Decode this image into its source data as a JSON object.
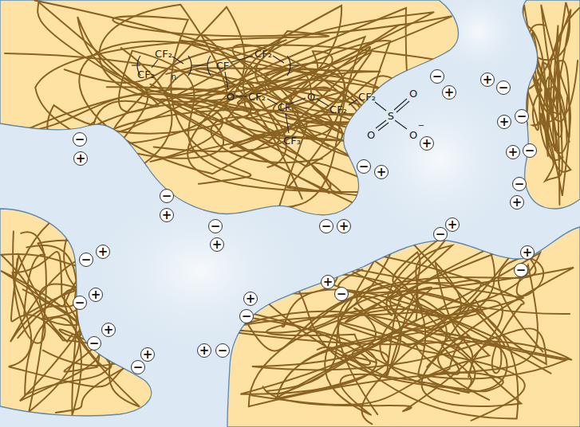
{
  "diagram": {
    "labels": [
      "CF₂",
      "CF₂",
      "n",
      "CF",
      "CF₂",
      "O",
      "CF₂",
      "CF",
      "O",
      "CF₂",
      "CF₂",
      "S",
      "O",
      "O",
      "O",
      "−",
      "CF₃",
      "+",
      "−",
      "+",
      "+",
      "−",
      "+",
      "−",
      "+",
      "−",
      "−",
      "+",
      "−",
      "+",
      "−",
      "+",
      "−",
      "+",
      "−",
      "+",
      "−",
      "+",
      "−",
      "+",
      "+",
      "−",
      "−",
      "+",
      "−",
      "+",
      "−",
      "+",
      "−",
      "+",
      "+",
      "−",
      "+",
      "−",
      "+",
      "−"
    ]
  }
}
